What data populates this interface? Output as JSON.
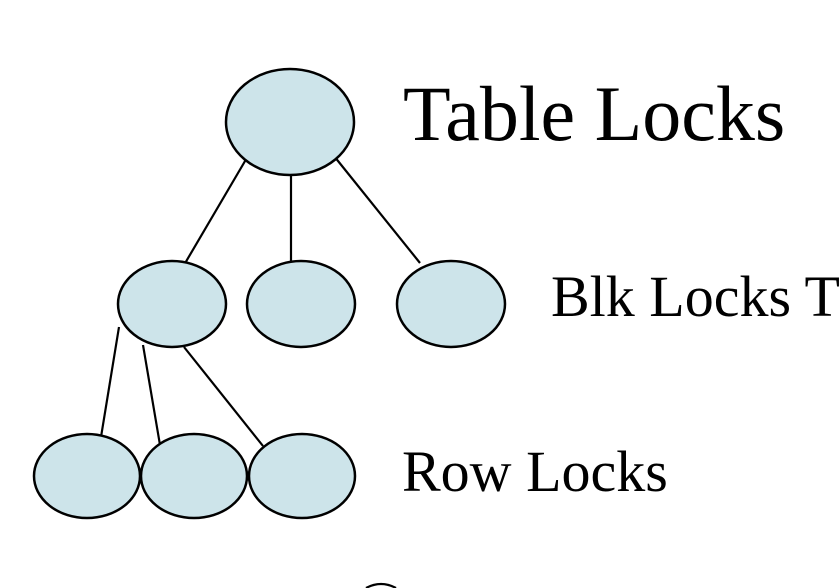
{
  "levels": {
    "table": {
      "label": "Table Locks"
    },
    "block": {
      "label": "Blk Locks T"
    },
    "row": {
      "label": "Row Locks"
    }
  },
  "colors": {
    "node_fill": "#cde4ea",
    "node_stroke": "#000000",
    "text": "#000000"
  }
}
